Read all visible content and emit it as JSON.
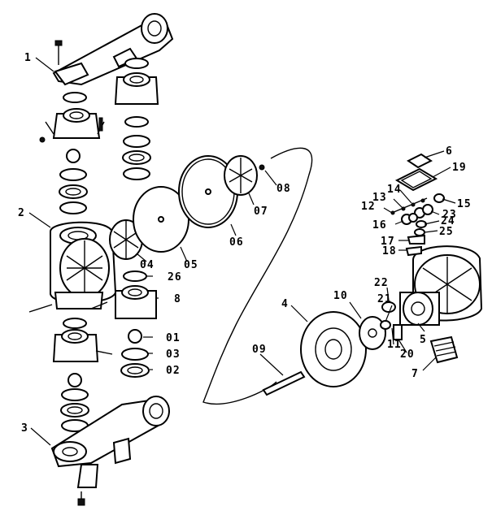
{
  "labels": {
    "l1": "1",
    "l2": "2",
    "l3": "3",
    "l4": "4",
    "l5": "5",
    "l6": "6",
    "l7": "7",
    "l8": "8",
    "l9": "09",
    "l01": "01",
    "l02": "02",
    "l03": "03",
    "l04": "04",
    "l05": "05",
    "l06": "06",
    "l07": "07",
    "l08": "08",
    "l10": "10",
    "l11": "11",
    "l12": "12",
    "l13": "13",
    "l14": "14",
    "l15": "15",
    "l16": "16",
    "l17": "17",
    "l18": "18",
    "l19": "19",
    "l20": "20",
    "l21": "21",
    "l22": "22",
    "l23": "23",
    "l24": "24",
    "l25": "25",
    "l26": "26"
  },
  "colors": {
    "line": "#000000",
    "background": "#ffffff"
  }
}
